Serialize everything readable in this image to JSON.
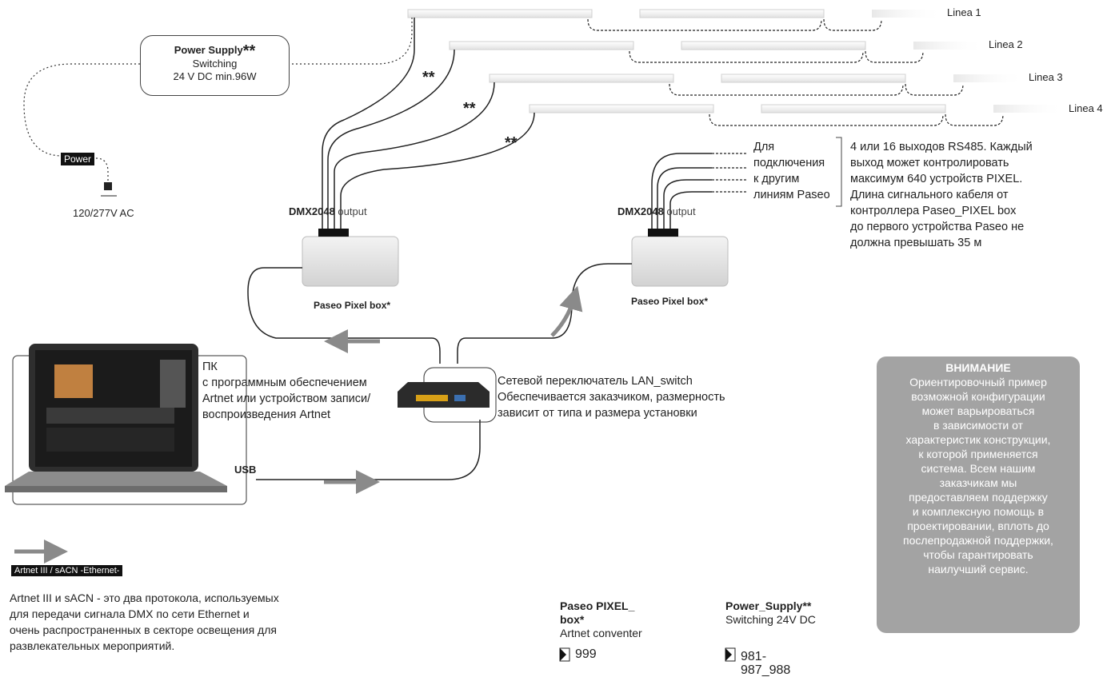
{
  "lines": [
    "Linea 1",
    "Linea 2",
    "Linea 3",
    "Linea 4"
  ],
  "power_supply": {
    "title": "Power Supply",
    "stars": "**",
    "line1": "Switching",
    "line2": "24 V DC min.96W"
  },
  "power_tag": "Power",
  "mains_label": "120/277V AC",
  "double_star": "**",
  "dmx_left": {
    "bold": "DMX2048",
    "rest": " output"
  },
  "dmx_right": {
    "bold": "DMX2048",
    "rest": " output"
  },
  "box_left_label": "Paseo Pixel box*",
  "box_right_label": "Paseo Pixel box*",
  "other_lines": [
    "Для",
    "подключения",
    "к другим",
    "линиям Paseo"
  ],
  "rs485_text": [
    "4 или 16 выходов RS485. Каждый",
    "выход может контролировать",
    "максимум 640 устройств PIXEL.",
    "Длина сигнального кабеля от",
    "контроллера Paseo_PIXEL box",
    "до первого устройства Paseo не",
    "должна превышать 35 м"
  ],
  "pc_text": [
    "ПК",
    "с программным обеспечением",
    "Artnet или устройством записи/",
    "воспроизведения Artnet"
  ],
  "switch_text": [
    "Сетевой переключатель LAN_switch",
    "Обеспечивается заказчиком, размерность",
    "зависит от типа и размера установки"
  ],
  "usb_label": "USB",
  "legend_tag": "Artnet III / sACN -Ethernet-",
  "legend_text": [
    "Artnet III и sACN - это два протокола, используемых",
    "для передачи сигнала DMX по сети Ethernet и",
    "очень распространенных в секторе освещения для",
    "развлекательных мероприятий."
  ],
  "notice": {
    "title": "ВНИМАНИЕ",
    "lines": [
      "Ориентировочный пример",
      "возможной конфигурации",
      "может варьироваться",
      "в зависимости от",
      "характеристик конструкции,",
      "к которой применяется",
      "система. Всем нашим",
      "заказчикам мы",
      "предоставляем поддержку",
      "и комплексную помощь в",
      "проектировании, вплоть до",
      "послепродажной поддержки,",
      "чтобы гарантировать",
      "наилучший сервис."
    ]
  },
  "products": [
    {
      "name1": "Paseo PIXEL_",
      "name2": "box*",
      "desc": "Artnet conventer",
      "code": "999"
    },
    {
      "name1": "Power_Supply**",
      "name2": "",
      "desc": "Switching 24V DC",
      "code": "981-987_988"
    }
  ],
  "colors": {
    "ethernet_arrow": "#8a8a8a",
    "notice_bg": "#a3a3a3",
    "tag_bg": "#111111"
  }
}
